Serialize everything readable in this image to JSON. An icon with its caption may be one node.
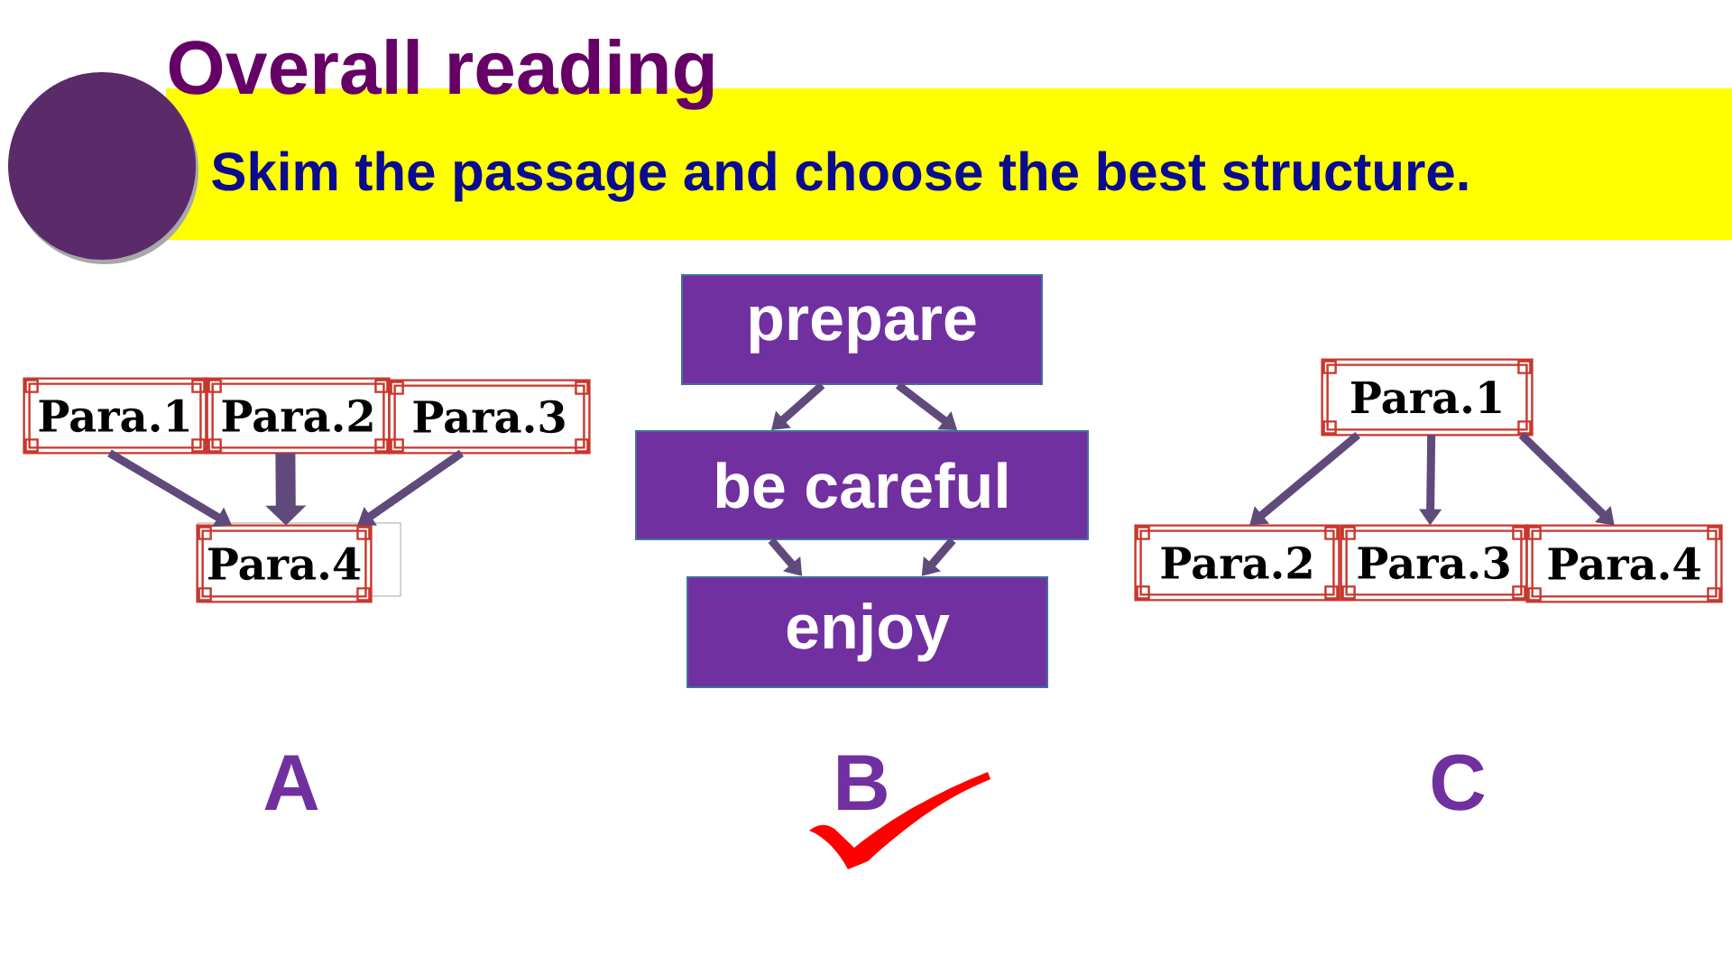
{
  "diagram": {
    "title": "Overall reading",
    "nodes": [
      {
        "text": [
          "Para.1"
        ]
      },
      {
        "text": [
          "Para.2"
        ]
      },
      {
        "text": [
          "Para.3"
        ]
      },
      {
        "text": [
          "Para.4"
        ]
      },
      {
        "text": [
          "prepare"
        ]
      },
      {
        "text": [
          "be careful"
        ]
      },
      {
        "text": [
          "enjoy"
        ]
      },
      {
        "text": [
          "Para.1"
        ]
      },
      {
        "text": [
          "Para.2"
        ]
      },
      {
        "text": [
          "Para.3"
        ]
      },
      {
        "text": [
          "Para.4"
        ]
      }
    ],
    "edges": [
      {
        "from": 0,
        "to": 3,
        "arrow": "to"
      },
      {
        "from": 1,
        "to": 3,
        "arrow": "to",
        "style": "thick"
      },
      {
        "from": 2,
        "to": 3,
        "arrow": "to"
      },
      {
        "from": 4,
        "to": 5,
        "arrow": "to"
      },
      {
        "from": 4,
        "to": 5,
        "arrow": "to"
      },
      {
        "from": 5,
        "to": 6,
        "arrow": "to"
      },
      {
        "from": 5,
        "to": 6,
        "arrow": "to"
      },
      {
        "from": 7,
        "to": 8,
        "arrow": "to"
      },
      {
        "from": 7,
        "to": 9,
        "arrow": "to"
      },
      {
        "from": 7,
        "to": 10,
        "arrow": "to"
      }
    ],
    "labels": [
      "Skim the passage and choose the best structure.",
      "A",
      "B",
      "C"
    ]
  }
}
